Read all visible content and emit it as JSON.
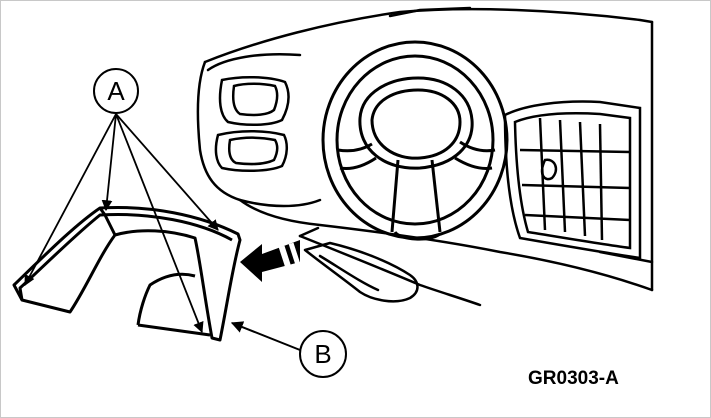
{
  "callouts": {
    "a": {
      "letter": "A"
    },
    "b": {
      "letter": "B"
    }
  },
  "figure_id": "GR0303-A",
  "colors": {
    "ink": "#000000",
    "paper": "#ffffff",
    "frame": "#c8c8c8"
  }
}
